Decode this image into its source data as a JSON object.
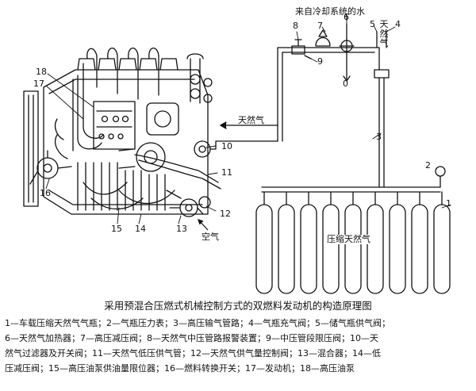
{
  "labels": {
    "n1": "1",
    "n2": "2",
    "n3": "3",
    "n4": "4",
    "n5": "5",
    "n6": "6",
    "n7": "7",
    "n8": "8",
    "n9": "9",
    "n10": "10",
    "n11": "11",
    "n12": "12",
    "n13": "13",
    "n14": "14",
    "n15": "15",
    "n16": "16",
    "n17": "17",
    "n18": "18",
    "zero": "0"
  },
  "annotations": {
    "coolant": "来自冷却系统的水",
    "natural_gas_arrow": "天然气",
    "natural_gas_vertical": "天然气",
    "air": "空气",
    "cng": "压缩天然气"
  },
  "caption": "采用预混合压燃式机械控制方式的双燃料发动机的构造原理图",
  "legend_lines": [
    "1—车载压缩天然气气瓶；2—气瓶压力表；3—高压输气管路；4—气瓶充气阀；5—储气瓶供气阀；",
    "6—天然气加热器；7—高压减压阀；8—天然气中压管路报警装置；9—中压管段限压阀；10—天",
    "然气过滤器及开关阀；11—天然气低压供气管；12—天然气供气量控制阀；13—混合器；14—低",
    "压减压阀；15—高压油泵供油量限位器；16—燃料转换开关；17—发动机；18—高压油泵"
  ]
}
